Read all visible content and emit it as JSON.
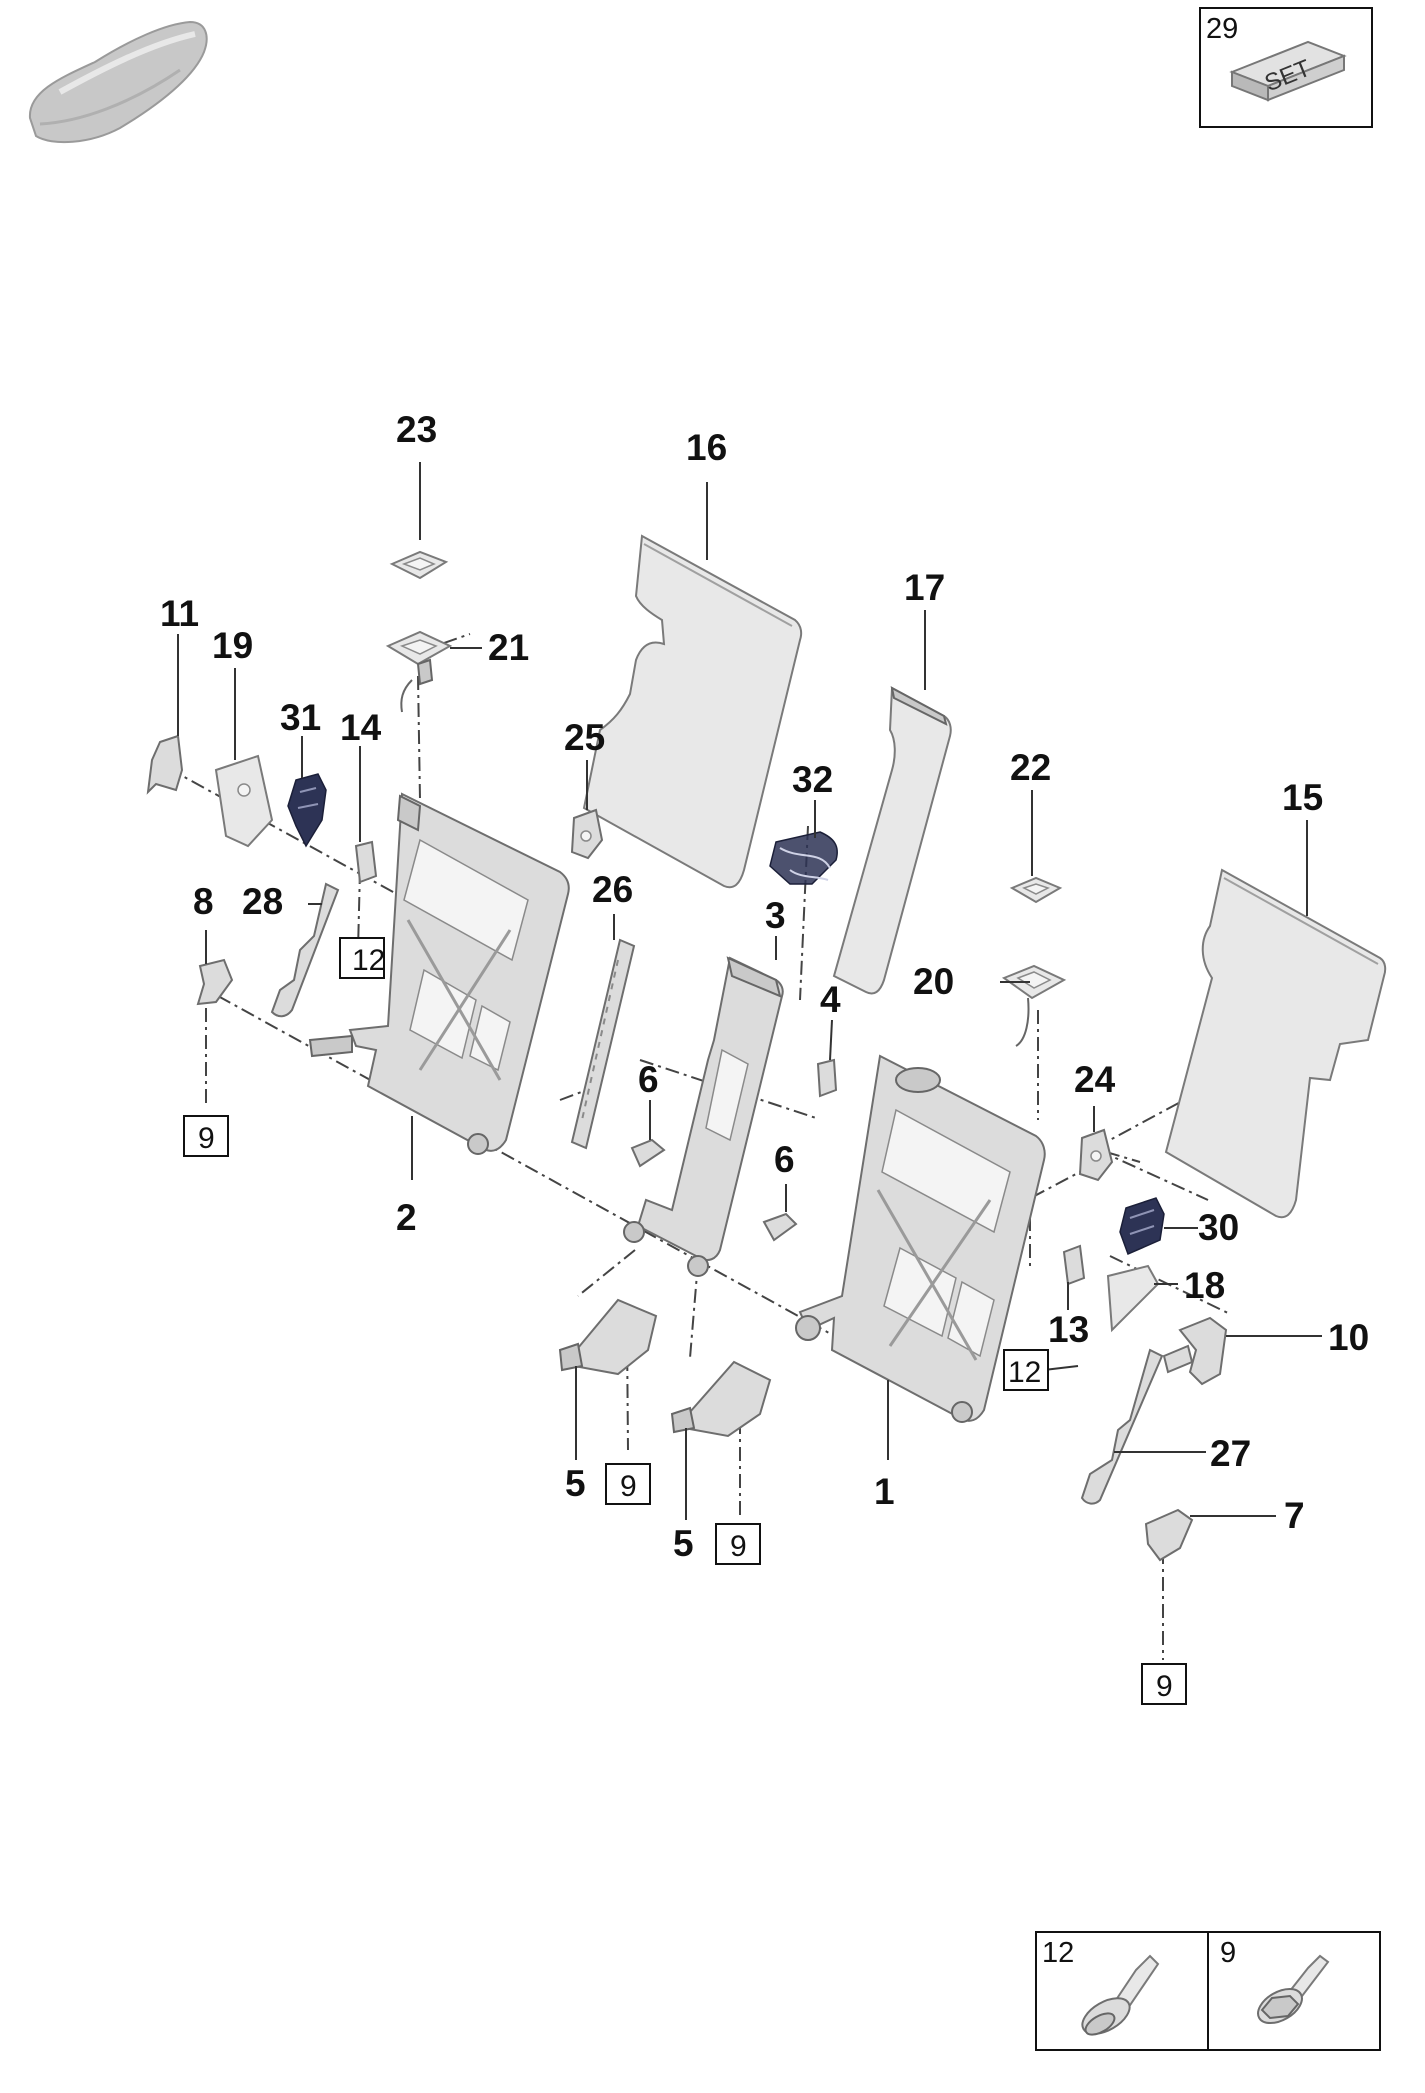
{
  "set_box": {
    "number": "29",
    "label": "SET"
  },
  "callouts": {
    "c1": "1",
    "c2": "2",
    "c3": "3",
    "c4": "4",
    "c5a": "5",
    "c5b": "5",
    "c6a": "6",
    "c6b": "6",
    "c7": "7",
    "c8": "8",
    "c10": "10",
    "c11": "11",
    "c13": "13",
    "c14": "14",
    "c15": "15",
    "c16": "16",
    "c17": "17",
    "c18": "18",
    "c19": "19",
    "c20": "20",
    "c21": "21",
    "c22": "22",
    "c23": "23",
    "c24": "24",
    "c25": "25",
    "c26": "26",
    "c27": "27",
    "c28": "28",
    "c30": "30",
    "c31": "31",
    "c32": "32"
  },
  "boxed_refs": {
    "b9a": "9",
    "b9b": "9",
    "b9c": "9",
    "b9d": "9",
    "b12a": "12",
    "b12b": "12"
  },
  "fastener_legend": {
    "left_number": "12",
    "right_number": "9"
  }
}
